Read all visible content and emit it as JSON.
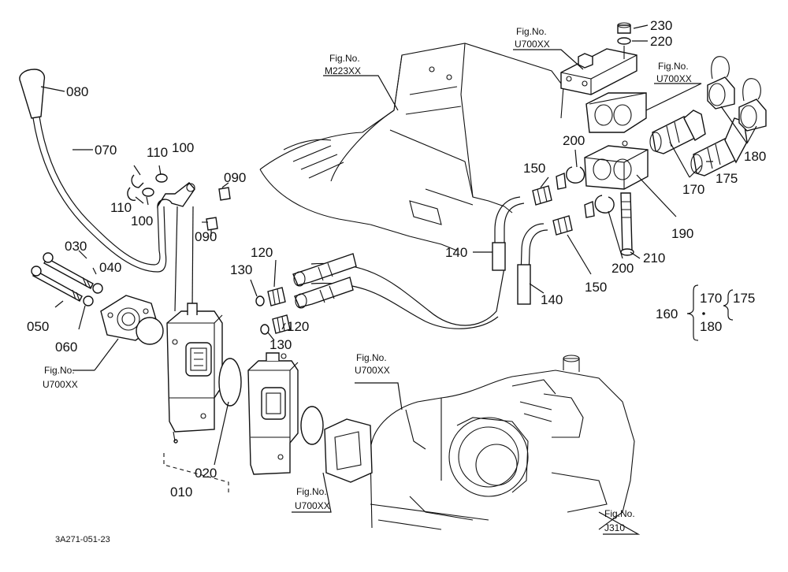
{
  "part_labels": {
    "p010": "010",
    "p020": "020",
    "p030": "030",
    "p040": "040",
    "p050": "050",
    "p060": "060",
    "p070": "070",
    "p080": "080",
    "p090a": "090",
    "p090b": "090",
    "p100a": "100",
    "p100b": "100",
    "p110a": "110",
    "p110b": "110",
    "p120a": "120",
    "p120b": "120",
    "p130a": "130",
    "p130b": "130",
    "p140a": "140",
    "p140b": "140",
    "p150a": "150",
    "p150b": "150",
    "p170": "170",
    "p175": "175",
    "p180": "180",
    "p190": "190",
    "p200a": "200",
    "p200b": "200",
    "p210": "210",
    "p220": "220",
    "p230": "230"
  },
  "set_legend": {
    "set": "160",
    "a": "170",
    "b": "175",
    "c": "180"
  },
  "fig_refs": {
    "heading": "Fig.No.",
    "m223": "M223XX",
    "u700_top": "U700XX",
    "u700_right": "U700XX",
    "u700_left": "U700XX",
    "u700_mid": "U700XX",
    "u700_bottom": "U700XX",
    "j310": "J310"
  },
  "drawing_code": "3A271-051-23"
}
